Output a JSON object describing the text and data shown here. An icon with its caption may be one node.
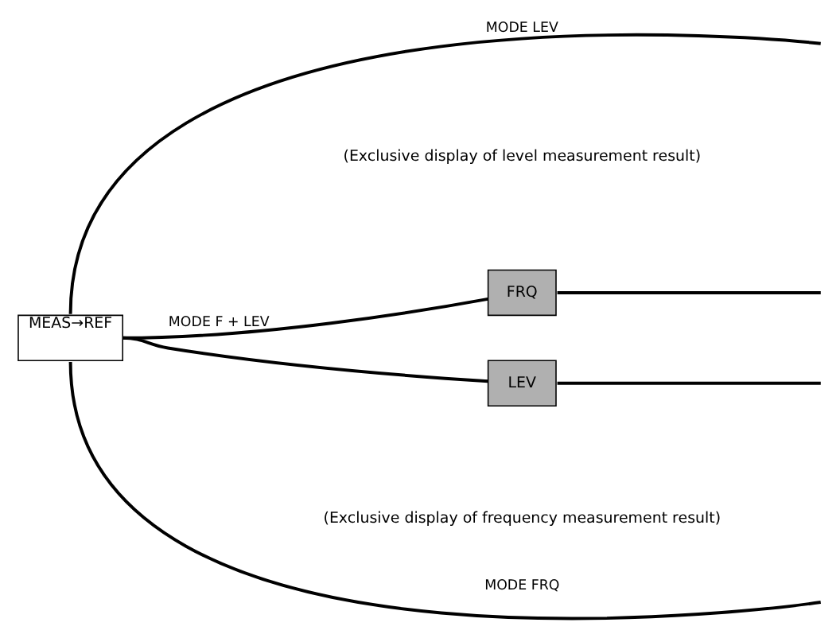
{
  "diagram": {
    "nodes": [
      {
        "text": [
          "MEAS→REF"
        ]
      },
      {
        "text": [
          "FRQ"
        ]
      },
      {
        "text": [
          "LEV"
        ]
      }
    ],
    "edges": [
      {
        "from": 0,
        "to": null,
        "arrow": "none",
        "label": "MODE LEV"
      },
      {
        "from": 0,
        "to": 1,
        "arrow": "none",
        "label": "MODE F + LEV"
      },
      {
        "from": 0,
        "to": 2,
        "arrow": "none"
      },
      {
        "from": 0,
        "to": null,
        "arrow": "none",
        "label": "MODE FRQ"
      },
      {
        "from": 1,
        "to": null,
        "arrow": "none"
      },
      {
        "from": 2,
        "to": null,
        "arrow": "none"
      }
    ],
    "labels": [
      "(Exclusive display of level measurement result)",
      "(Exclusive display of frequency measurement result)"
    ]
  }
}
